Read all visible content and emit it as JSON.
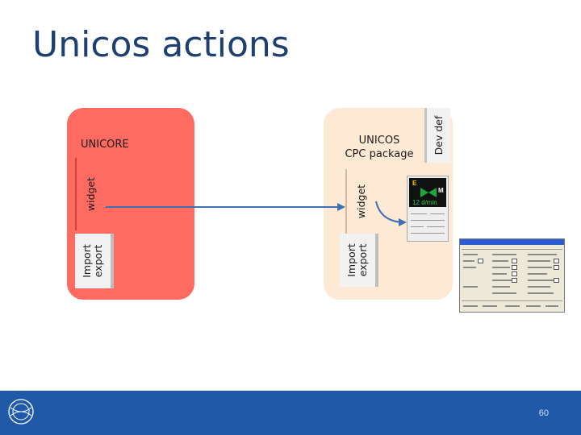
{
  "title": "Unicos actions",
  "unicore": {
    "label": "UNICORE",
    "widget_tab": "widget",
    "io_tab": [
      "Import",
      "export"
    ]
  },
  "cpc": {
    "label": [
      "UNICOS",
      "CPC package"
    ],
    "widget_tab": "widget",
    "io_tab": [
      "Import",
      "export"
    ],
    "devdef_tab": "Dev def"
  },
  "widget_screenshot": {
    "letter_e": "E",
    "letter_m": "M",
    "readout": "12 d/min"
  },
  "colors": {
    "unicore_fill": "#ff6b61",
    "cpc_fill": "#fde9d4",
    "arrow": "#3f6fb6",
    "footer": "#1f59a8"
  },
  "footer": {
    "logo": "cern-logo-icon",
    "page_number": "60"
  }
}
